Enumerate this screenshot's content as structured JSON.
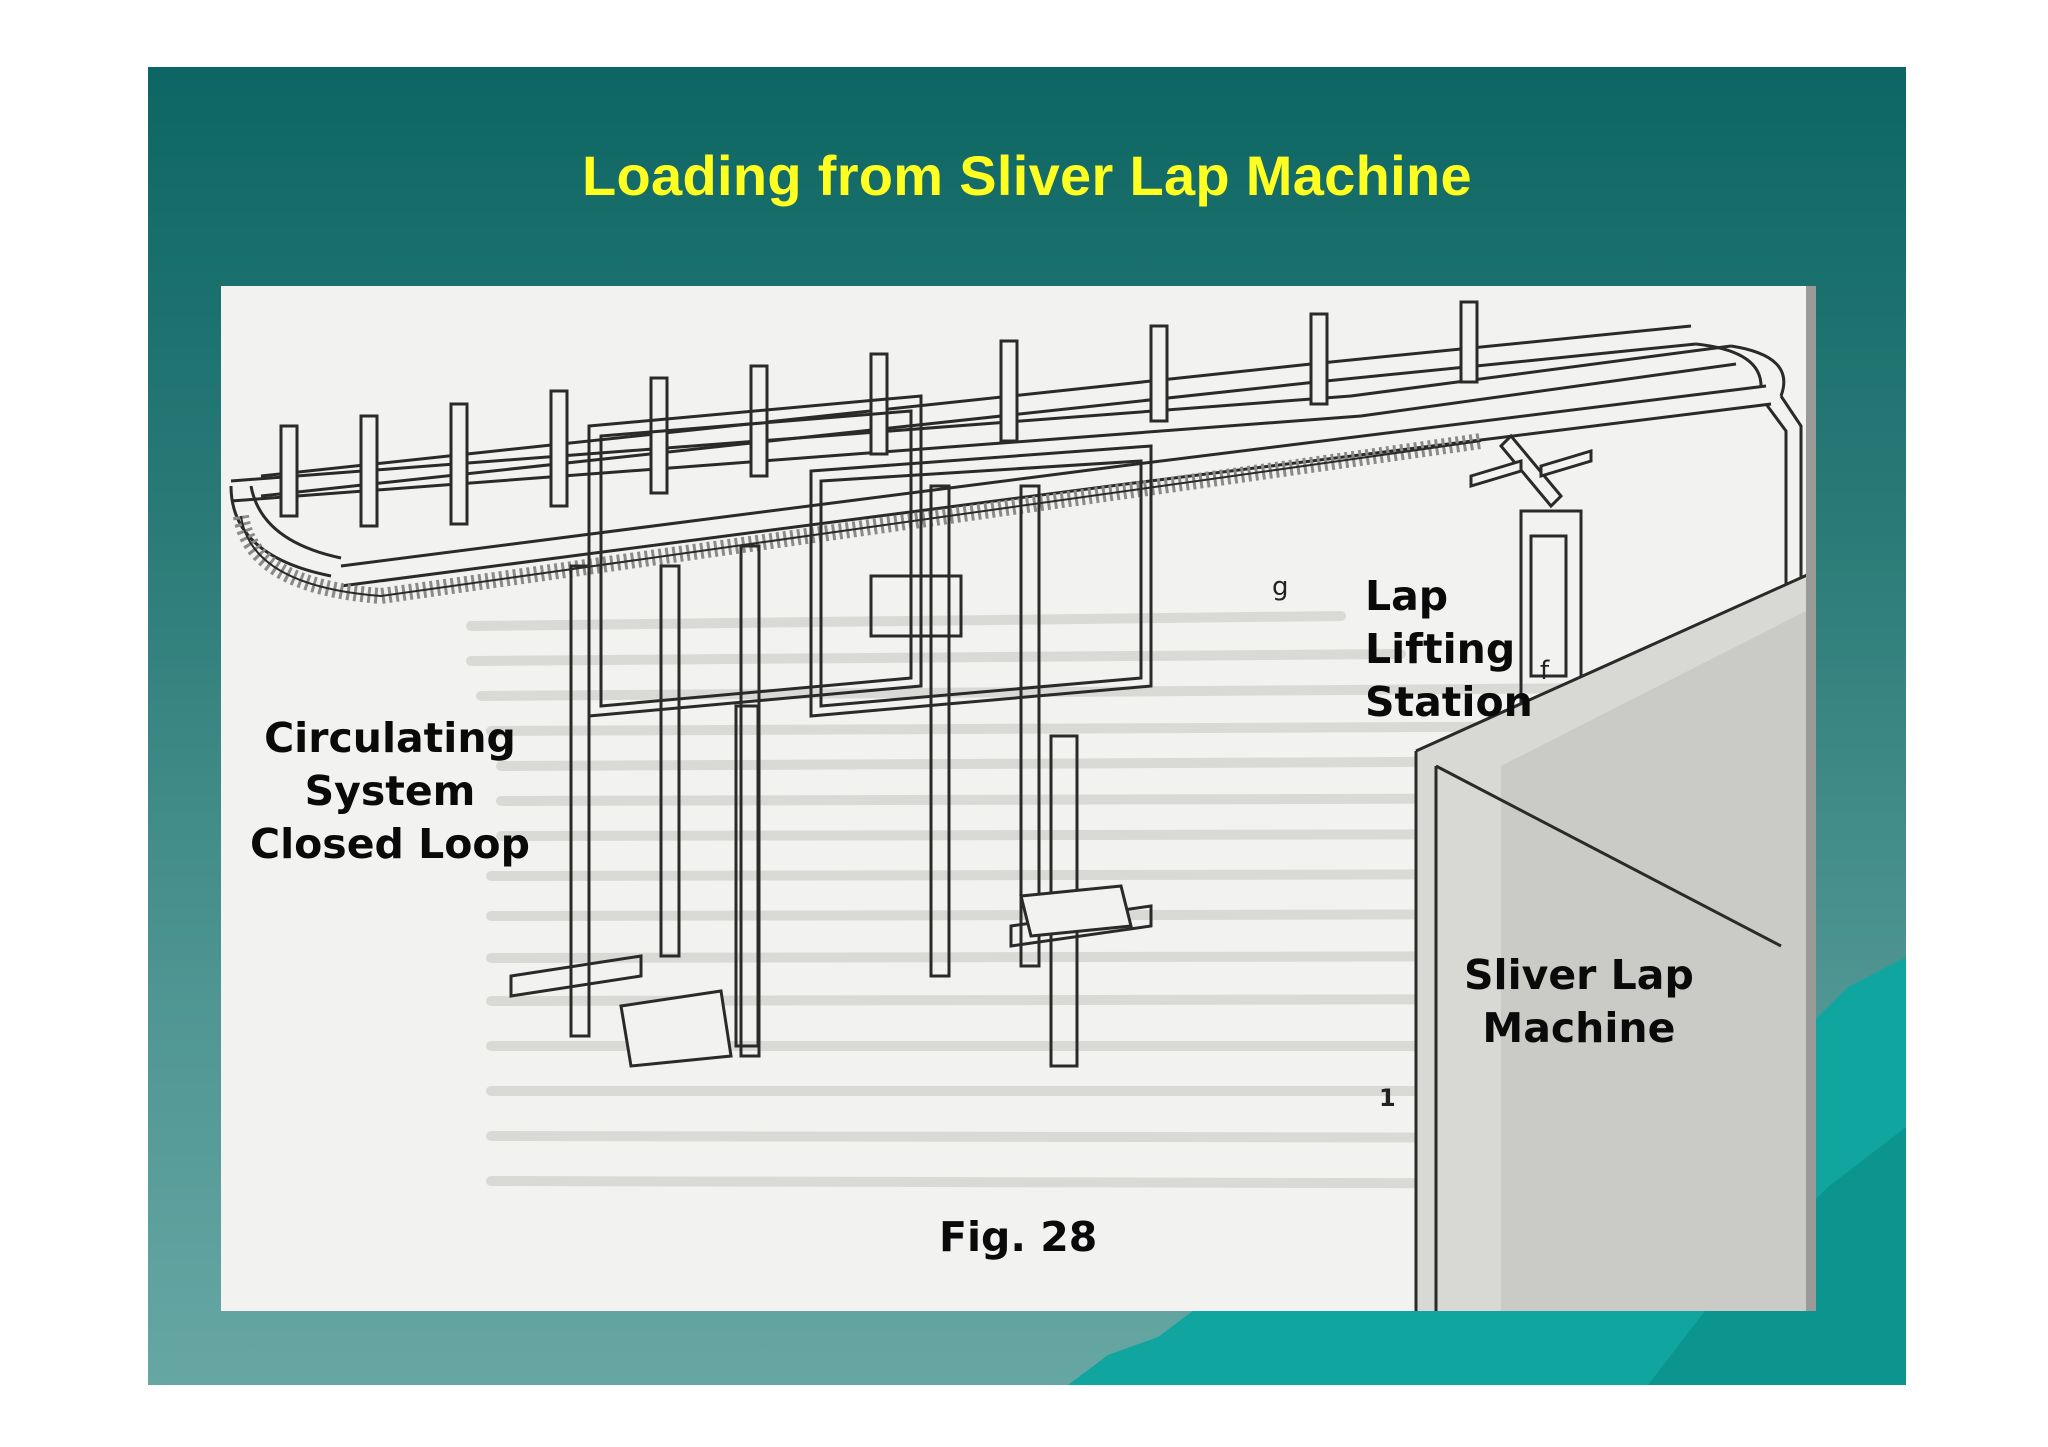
{
  "slide": {
    "title": "Loading from Sliver Lap Machine",
    "colors": {
      "background_top": "#0d6663",
      "background_bottom": "#66a7a3",
      "title": "#ffff22",
      "mountain": "#10a59f"
    }
  },
  "figure": {
    "labels": {
      "circulating": [
        "Circulating",
        "System",
        "Closed Loop"
      ],
      "lap_lifting": [
        "Lap",
        "Lifting",
        "Station"
      ],
      "sliver_lap": [
        "Sliver Lap",
        "Machine"
      ],
      "caption": "Fig. 28"
    },
    "marks": {
      "g": "g",
      "f": "f",
      "one": "1"
    }
  }
}
